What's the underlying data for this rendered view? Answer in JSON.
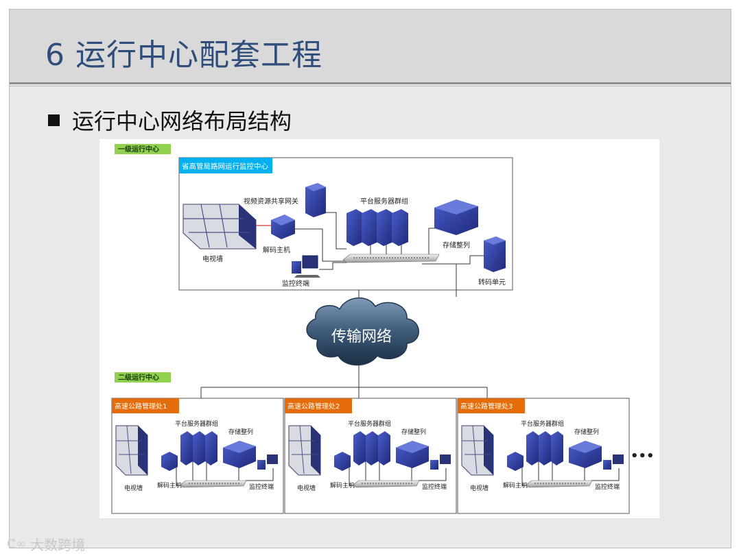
{
  "slide": {
    "title": "6 运行中心配套工程",
    "bullet": "运行中心网络布局结构"
  },
  "diagram": {
    "level1_tag": "一级运行中心",
    "level1_center": {
      "title": "省高管局路网运行监控中心",
      "labels": {
        "gateway": "视频资源共享网关",
        "server_group": "平台服务器群组",
        "tv_wall": "电视墙",
        "decoder": "解码主机",
        "storage": "存储整列",
        "transcoder": "转码单元",
        "terminal": "监控终端"
      }
    },
    "network": "传输网络",
    "level2_tag": "二级运行中心",
    "branches": [
      {
        "title": "高速公路管理处1",
        "server_group": "平台服务器群组",
        "storage": "存储整列",
        "tv_wall": "电视墙",
        "decoder": "解码主机",
        "terminal": "监控终端"
      },
      {
        "title": "高速公路管理处2",
        "server_group": "平台服务器群组",
        "storage": "存储整列",
        "tv_wall": "电视墙",
        "decoder": "解码主机",
        "terminal": "监控终端"
      },
      {
        "title": "高速公路管理处3",
        "server_group": "平台服务器群组",
        "storage": "存储整列",
        "tv_wall": "电视墙",
        "decoder": "解码主机",
        "terminal": "监控终端"
      }
    ],
    "more": "•••",
    "colors": {
      "level_tag": "#92d050",
      "center_title": "#00b0f0",
      "branch_title": "#e46c0a",
      "device": "#2f3d9c",
      "cloud": "#3a5570"
    }
  },
  "watermark": {
    "logo": "ᕦ∞",
    "text": "大数跨境"
  }
}
